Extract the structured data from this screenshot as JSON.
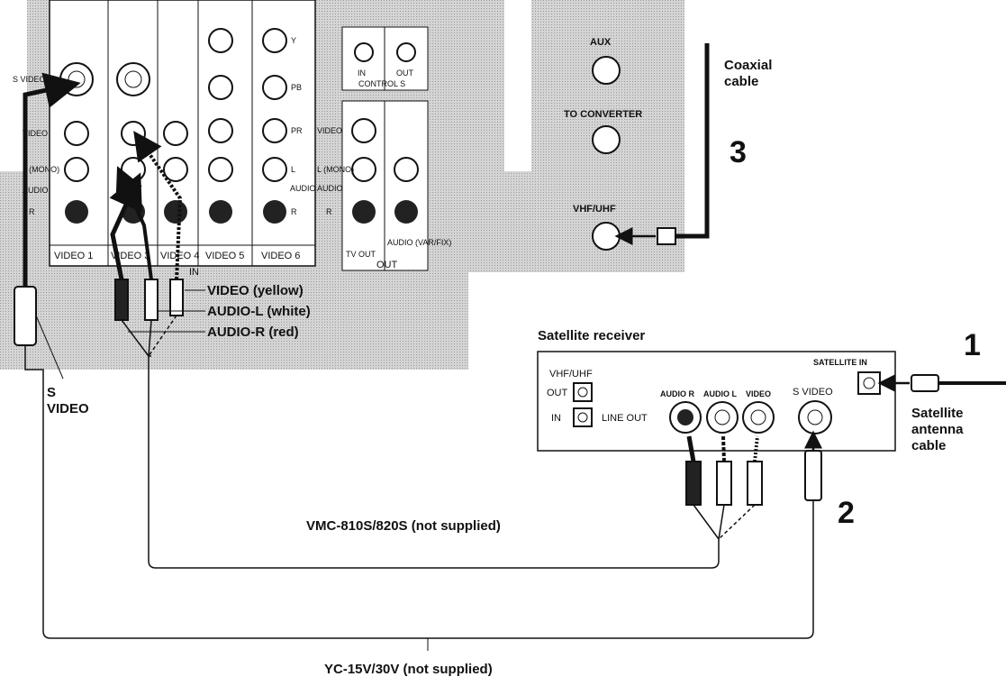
{
  "tv_panel": {
    "input_labels": {
      "s_video": "S VIDEO",
      "video": "VIDEO",
      "l_mono": "L (MONO)",
      "audio": "AUDIO",
      "r": "R",
      "y": "Y",
      "pb": "PB",
      "pr": "PR",
      "l": "L",
      "audio2": "AUDIO",
      "r2": "R"
    },
    "bottom_labels": [
      "VIDEO 1",
      "VIDEO 3",
      "VIDEO 4",
      "VIDEO 5",
      "VIDEO 6"
    ],
    "in_label": "IN",
    "control_s": {
      "in": "IN",
      "out": "OUT",
      "title": "CONTROL S"
    },
    "out_section": {
      "video": "VIDEO",
      "l_mono": "L (MONO)",
      "audio": "AUDIO",
      "r": "R",
      "tv_out": "TV OUT",
      "audio_var": "AUDIO (VAR/FIX)",
      "out": "OUT"
    },
    "antenna": {
      "aux": "AUX",
      "to_converter": "TO CONVERTER",
      "vhf_uhf": "VHF/UHF"
    }
  },
  "cable_labels": {
    "video_yellow": "VIDEO (yellow)",
    "audio_l_white": "AUDIO-L (white)",
    "audio_r_red": "AUDIO-R (red)",
    "s_video": [
      "S",
      "VIDEO"
    ],
    "coaxial": [
      "Coaxial",
      "cable"
    ],
    "satellite_antenna": [
      "Satellite",
      "antenna",
      "cable"
    ],
    "vmc": "VMC-810S/820S (not supplied)",
    "yc": "YC-15V/30V (not supplied)"
  },
  "receiver": {
    "title": "Satellite receiver",
    "vhf_uhf": "VHF/UHF",
    "out": "OUT",
    "in": "IN",
    "line_out": "LINE OUT",
    "audio_r": "AUDIO R",
    "audio_l": "AUDIO L",
    "video": "VIDEO",
    "s_video": "S VIDEO",
    "satellite_in": "SATELLITE IN"
  },
  "steps": {
    "one": "1",
    "two": "2",
    "three": "3"
  }
}
